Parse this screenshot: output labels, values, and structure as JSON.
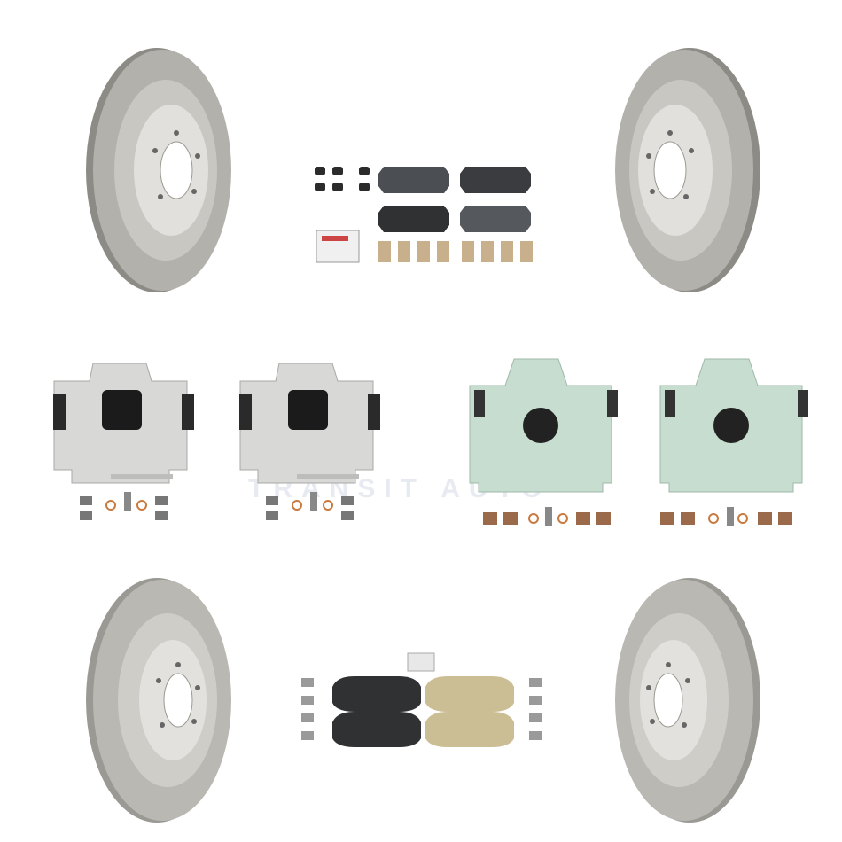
{
  "watermark": {
    "text": "TRANSIT AUTO"
  },
  "colors": {
    "rotor_rim": "#a6a49d",
    "rotor_face": "#c9c7c1",
    "rotor_hat": "#dcdbd6",
    "caliper_front": "#d8d9d7",
    "caliper_rear": "#c6ddd0",
    "pad_dark": "#3a3c3f",
    "pad_ceramic": "#cbbd94",
    "copper_washer": "#c97a3f"
  },
  "items": [
    {
      "name": "rotor-front-left",
      "icon": "brake-rotor-icon"
    },
    {
      "name": "rotor-front-right",
      "icon": "brake-rotor-icon"
    },
    {
      "name": "rotor-rear-left",
      "icon": "brake-rotor-icon"
    },
    {
      "name": "rotor-rear-right",
      "icon": "brake-rotor-icon"
    },
    {
      "name": "pad-set-rear",
      "icon": "brake-pad-set-icon"
    },
    {
      "name": "pad-set-front",
      "icon": "brake-pad-set-icon"
    },
    {
      "name": "caliper-front-left",
      "icon": "brake-caliper-icon"
    },
    {
      "name": "caliper-front-right",
      "icon": "brake-caliper-icon"
    },
    {
      "name": "caliper-rear-left",
      "icon": "brake-caliper-icon"
    },
    {
      "name": "caliper-rear-right",
      "icon": "brake-caliper-icon"
    }
  ]
}
